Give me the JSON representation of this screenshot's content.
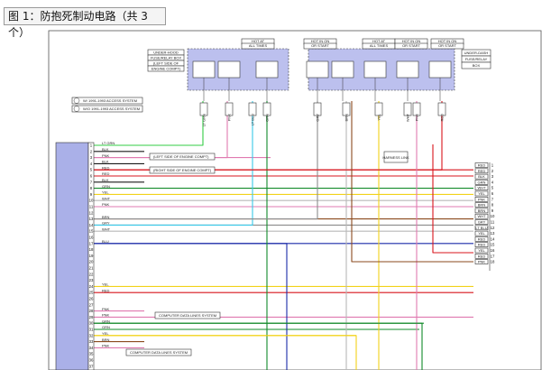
{
  "figure_title": "图 1：防抱死制动电路（共 3 个）",
  "colors": {
    "lt_grn": "#33cc44",
    "pnk": "#e07ab0",
    "blk": "#1a1a1a",
    "red": "#d8141c",
    "grn": "#128a2a",
    "yel": "#f2d21a",
    "wht": "#b8b8b8",
    "brn": "#8b4a1e",
    "blu": "#1a2aa8",
    "lt_blu": "#38c8e8",
    "gry": "#8c8c8c",
    "vio": "#7a3aa8",
    "ecu_fill": "#aab0e8",
    "module_fill": "#bcc0ee"
  },
  "notes": {
    "n1": "W/ 1991-1993 ACCESS SYSTEM",
    "n2": "W/O 1991-1993 ACCESS SYSTEM"
  },
  "left_connectors": [
    {
      "text": "UNDER-HOOD"
    },
    {
      "text": "FUSE/RELAY BOX"
    },
    {
      "text": "(LEFT SIDE OF"
    },
    {
      "text": "ENGINE COMPT)"
    }
  ],
  "top_fuses": [
    {
      "text": "HOT AT"
    },
    {
      "text": "ALL TIMES"
    },
    {
      "text": "HOT IN ON"
    },
    {
      "text": "OR START"
    },
    {
      "text": "HOT AT"
    },
    {
      "text": "ALL TIMES"
    },
    {
      "text": "HOT IN ON"
    },
    {
      "text": "OR START"
    },
    {
      "text": "HOT IN ON"
    },
    {
      "text": "OR START"
    }
  ],
  "right_box": [
    {
      "text": "UNDER-DASH"
    },
    {
      "text": "FUSE/RELAY"
    },
    {
      "text": "BOX"
    }
  ],
  "ground_labels": [
    {
      "text": "(LEFT SIDE OF ENGINE COMPT)"
    },
    {
      "text": "(RIGHT SIDE OF ENGINE COMPT)"
    }
  ],
  "data_links": [
    {
      "text": "COMPUTER DATA LINES SYSTEM"
    },
    {
      "text": "COMPUTER DATA LINES SYSTEM"
    }
  ],
  "harness_label": "HARNESS LINK",
  "fuse_wire_colors": [
    "LT GRN",
    "PNK",
    "LT BLU",
    "GRN",
    "GRY",
    "BRN",
    "YEL",
    "WHT",
    "PNK",
    "RED"
  ],
  "pins": [
    {
      "n": "1",
      "c": "LT GRN"
    },
    {
      "n": "2",
      "c": "BLK"
    },
    {
      "n": "3",
      "c": "PNK"
    },
    {
      "n": "4",
      "c": "BLK"
    },
    {
      "n": "5",
      "c": "RED"
    },
    {
      "n": "6",
      "c": "RED"
    },
    {
      "n": "7",
      "c": "BLK"
    },
    {
      "n": "8",
      "c": "GRN"
    },
    {
      "n": "9",
      "c": "YEL"
    },
    {
      "n": "10",
      "c": "WHT"
    },
    {
      "n": "11",
      "c": "PNK"
    },
    {
      "n": "12",
      "c": ""
    },
    {
      "n": "13",
      "c": "BRN"
    },
    {
      "n": "14",
      "c": "GRY"
    },
    {
      "n": "15",
      "c": "WHT"
    },
    {
      "n": "16",
      "c": ""
    },
    {
      "n": "17",
      "c": "BLU"
    },
    {
      "n": "18",
      "c": ""
    },
    {
      "n": "19",
      "c": ""
    },
    {
      "n": "20",
      "c": ""
    },
    {
      "n": "21",
      "c": ""
    },
    {
      "n": "22",
      "c": ""
    },
    {
      "n": "23",
      "c": ""
    },
    {
      "n": "24",
      "c": "YEL"
    },
    {
      "n": "25",
      "c": "RED"
    },
    {
      "n": "26",
      "c": ""
    },
    {
      "n": "27",
      "c": ""
    },
    {
      "n": "28",
      "c": "PNK"
    },
    {
      "n": "29",
      "c": "PNK"
    },
    {
      "n": "30",
      "c": "GRN"
    },
    {
      "n": "31",
      "c": "GRN"
    },
    {
      "n": "32",
      "c": "YEL"
    },
    {
      "n": "33",
      "c": "BRN"
    },
    {
      "n": "34",
      "c": "PNK"
    },
    {
      "n": "35",
      "c": ""
    },
    {
      "n": "36",
      "c": ""
    },
    {
      "n": "37",
      "c": ""
    }
  ],
  "right_pins": [
    {
      "n": "1",
      "c": "RED"
    },
    {
      "n": "2",
      "c": "RED"
    },
    {
      "n": "3",
      "c": "BLK"
    },
    {
      "n": "4",
      "c": "GRN"
    },
    {
      "n": "5",
      "c": "WHT"
    },
    {
      "n": "6",
      "c": "YEL"
    },
    {
      "n": "7",
      "c": "PNK"
    },
    {
      "n": "8",
      "c": "BRN"
    },
    {
      "n": "9",
      "c": "BRN"
    },
    {
      "n": "10",
      "c": "WHT"
    },
    {
      "n": "11",
      "c": "GRY"
    },
    {
      "n": "12",
      "c": "LT BLU"
    },
    {
      "n": "13",
      "c": "YEL"
    },
    {
      "n": "14",
      "c": "RED"
    },
    {
      "n": "15",
      "c": "RED"
    },
    {
      "n": "16",
      "c": "YEL"
    },
    {
      "n": "17",
      "c": "RED"
    },
    {
      "n": "18",
      "c": "PNK"
    }
  ]
}
